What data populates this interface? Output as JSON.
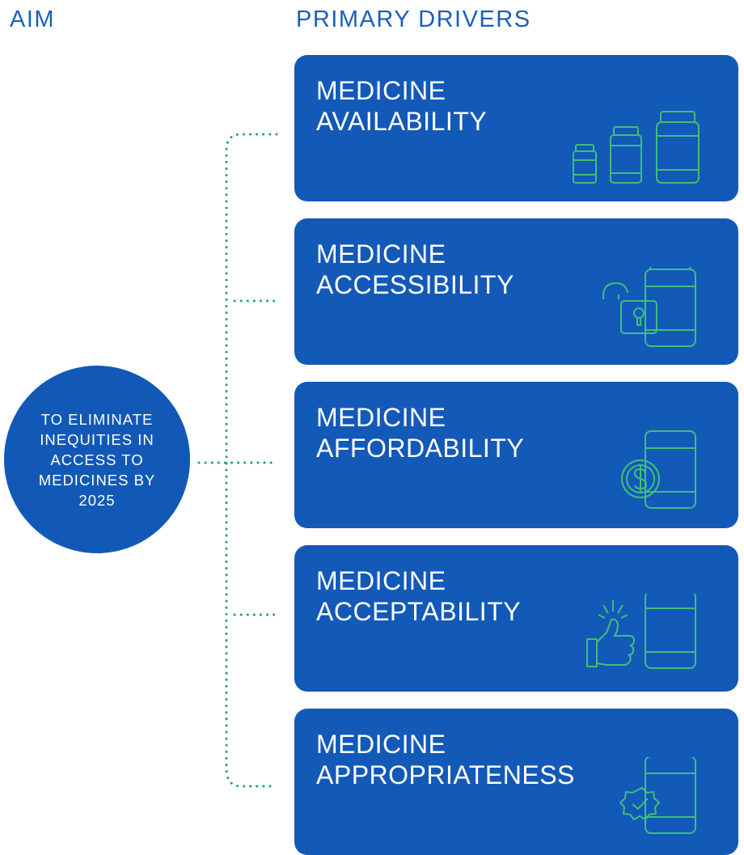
{
  "headers": {
    "aim": "AIM",
    "drivers": "PRIMARY DRIVERS"
  },
  "aim_text": "TO ELIMINATE INEQUITIES IN ACCESS TO MEDICINES BY 2025",
  "drivers": [
    {
      "line1": "MEDICINE",
      "line2": "AVAILABILITY",
      "icon": "medicine-bottles-icon"
    },
    {
      "line1": "MEDICINE",
      "line2": "ACCESSIBILITY",
      "icon": "bottle-padlock-icon"
    },
    {
      "line1": "MEDICINE",
      "line2": "AFFORDABILITY",
      "icon": "bottle-dollar-icon"
    },
    {
      "line1": "MEDICINE",
      "line2": "ACCEPTABILITY",
      "icon": "bottle-thumbs-up-icon"
    },
    {
      "line1": "MEDICINE",
      "line2": "APPROPRIATENESS",
      "icon": "bottle-check-badge-icon"
    }
  ],
  "colors": {
    "primary": "#1359b8",
    "icon_green": "#3fbf7a",
    "connector": "#22a36a"
  }
}
